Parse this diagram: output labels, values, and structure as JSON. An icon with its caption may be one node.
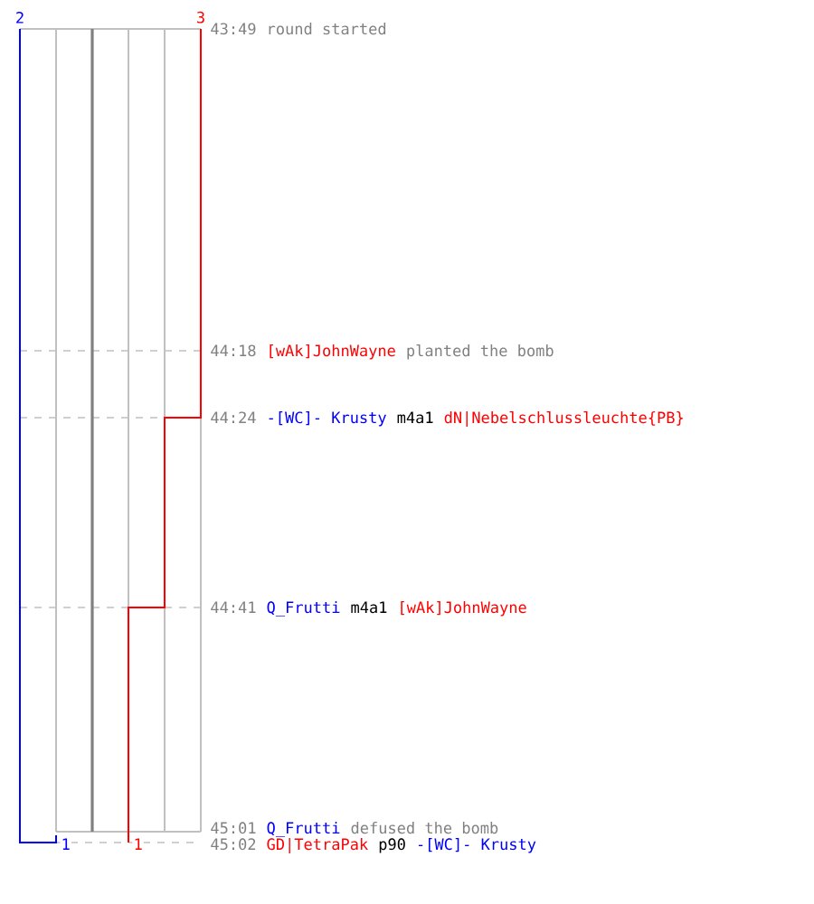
{
  "diagram": {
    "labels": [
      "2",
      "3",
      "43:49",
      "round started",
      "44:18",
      "[wAk]JohnWayne",
      "planted the bomb",
      "44:24",
      "-[WC]- Krusty",
      "m4a1",
      "dN|Nebelschlussleuchte{PB}",
      "44:41",
      "Q_Frutti",
      "m4a1",
      "[wAk]JohnWayne",
      "45:01",
      "Q_Frutti",
      "defused the bomb",
      "1",
      "1",
      "45:02",
      "GD|TetraPak",
      "p90",
      "-[WC]- Krusty"
    ]
  }
}
